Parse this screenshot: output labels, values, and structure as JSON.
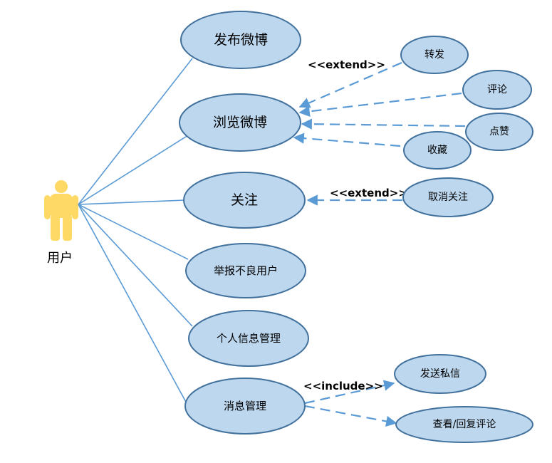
{
  "actor": {
    "label": "用户",
    "color": "#ffd966"
  },
  "use_cases": {
    "post": "发布微博",
    "browse": "浏览微博",
    "follow": "关注",
    "report": "举报不良用户",
    "profile": "个人信息管理",
    "message": "消息管理",
    "repost": "转发",
    "comment": "评论",
    "like": "点赞",
    "favorite": "收藏",
    "unfollow": "取消关注",
    "send_pm": "发送私信",
    "view_reply": "查看/回复评论"
  },
  "stereotypes": {
    "extend_browse": "<<extend>>",
    "extend_follow": "<<extend>>",
    "include_message": "<<include>>"
  },
  "colors": {
    "ellipse_fill": "#bdd7ee",
    "ellipse_stroke": "#41719c",
    "line": "#5b9bd5",
    "actor": "#ffd966"
  }
}
